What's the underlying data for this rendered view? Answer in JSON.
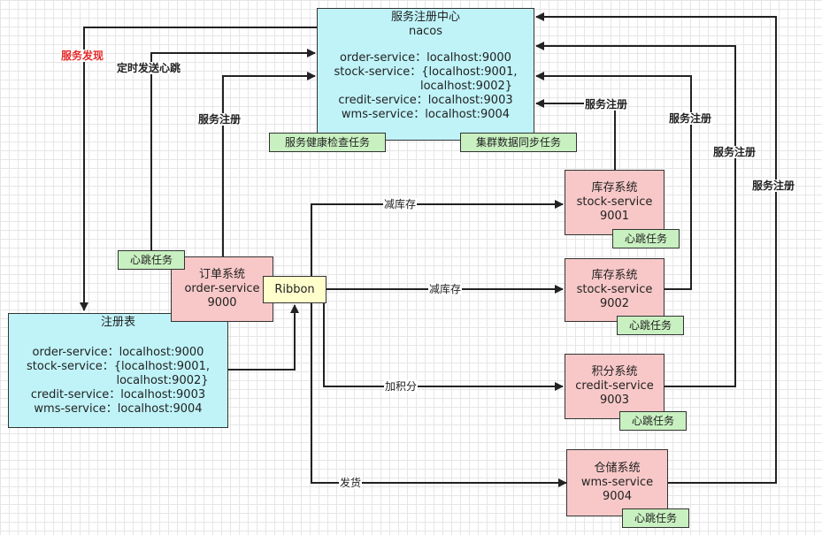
{
  "nacos": {
    "title": "服务注册中心",
    "subtitle": "nacos",
    "entries": [
      "order-service：localhost:9000",
      "stock-service：{localhost:9001,",
      "localhost:9002}",
      "credit-service：localhost:9003",
      "wms-service：localhost:9004"
    ],
    "health_task": "服务健康检查任务",
    "sync_task": "集群数据同步任务"
  },
  "registry_table": {
    "title": "注册表",
    "entries": [
      "order-service：localhost:9000",
      "stock-service：{localhost:9001,",
      "localhost:9002}",
      "credit-service：localhost:9003",
      "wms-service：localhost:9004"
    ]
  },
  "order": {
    "name": "订单系统",
    "service": "order-service",
    "port": "9000",
    "heartbeat": "心跳任务"
  },
  "ribbon": "Ribbon",
  "stock1": {
    "name": "库存系统",
    "service": "stock-service",
    "port": "9001",
    "heartbeat": "心跳任务"
  },
  "stock2": {
    "name": "库存系统",
    "service": "stock-service",
    "port": "9002",
    "heartbeat": "心跳任务"
  },
  "credit": {
    "name": "积分系统",
    "service": "credit-service",
    "port": "9003",
    "heartbeat": "心跳任务"
  },
  "wms": {
    "name": "仓储系统",
    "service": "wms-service",
    "port": "9004",
    "heartbeat": "心跳任务"
  },
  "labels": {
    "discovery": "服务发现",
    "heartbeat_send": "定时发送心跳",
    "register": "服务注册",
    "reduce_stock": "减库存",
    "add_credit": "加积分",
    "ship": "发货"
  },
  "colors": {
    "discovery_label": "#e52b2b",
    "cyan": "#bff3f8",
    "pink": "#f8c8c8",
    "green": "#c8f0c0",
    "yellow": "#ffffcc"
  }
}
